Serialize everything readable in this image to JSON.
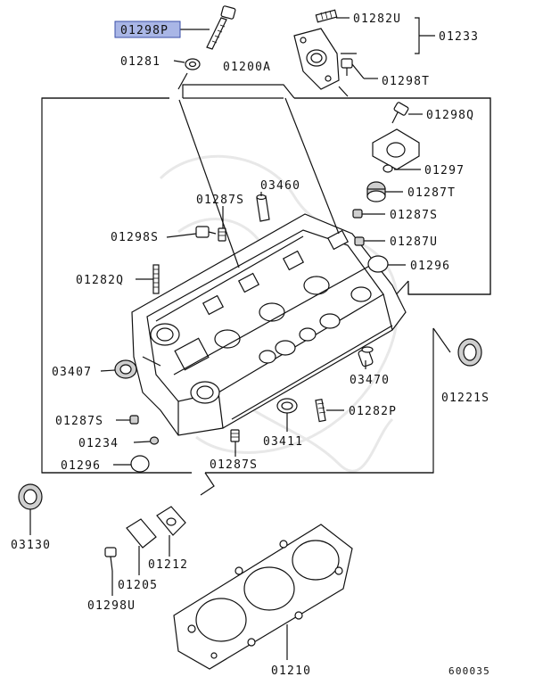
{
  "diagram": {
    "highlighted_part": "01298P",
    "figure_code": "600035",
    "labels": {
      "p01298P": "01298P",
      "p01281": "01281",
      "p01200A": "01200A",
      "p01282U": "01282U",
      "p01233": "01233",
      "p01298T": "01298T",
      "p01298Q": "01298Q",
      "p01297": "01297",
      "p01287T": "01287T",
      "p01287S_a": "01287S",
      "p03460": "03460",
      "p01287S_b": "01287S",
      "p01298S": "01298S",
      "p01287U": "01287U",
      "p01296_a": "01296",
      "p01282Q": "01282Q",
      "p03407": "03407",
      "p03470": "03470",
      "p01221S": "01221S",
      "p01287S_c": "01287S",
      "p01282P": "01282P",
      "p01234": "01234",
      "p03411": "03411",
      "p01296_b": "01296",
      "p01287S_d": "01287S",
      "p03130": "03130",
      "p01212": "01212",
      "p01205": "01205",
      "p01298U": "01298U",
      "p01210": "01210"
    }
  }
}
